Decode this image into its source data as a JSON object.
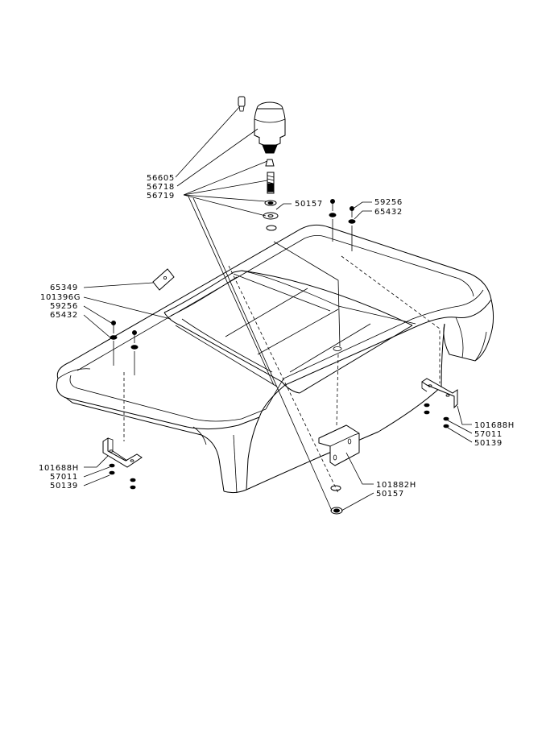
{
  "labels": {
    "p56605": "56605",
    "p56718": "56718",
    "p56719": "56719",
    "p50157_top": "50157",
    "p59256_right": "59256",
    "p65432_right": "65432",
    "p65349": "65349",
    "p101396G": "101396G",
    "p59256_left": "59256",
    "p65432_left": "65432",
    "p101688H_left": "101688H",
    "p57011_left": "57011",
    "p50139_left": "50139",
    "p101688H_right": "101688H",
    "p57011_right": "57011",
    "p50139_right": "50139",
    "p101882H": "101882H",
    "p50157_bottom": "50157"
  }
}
